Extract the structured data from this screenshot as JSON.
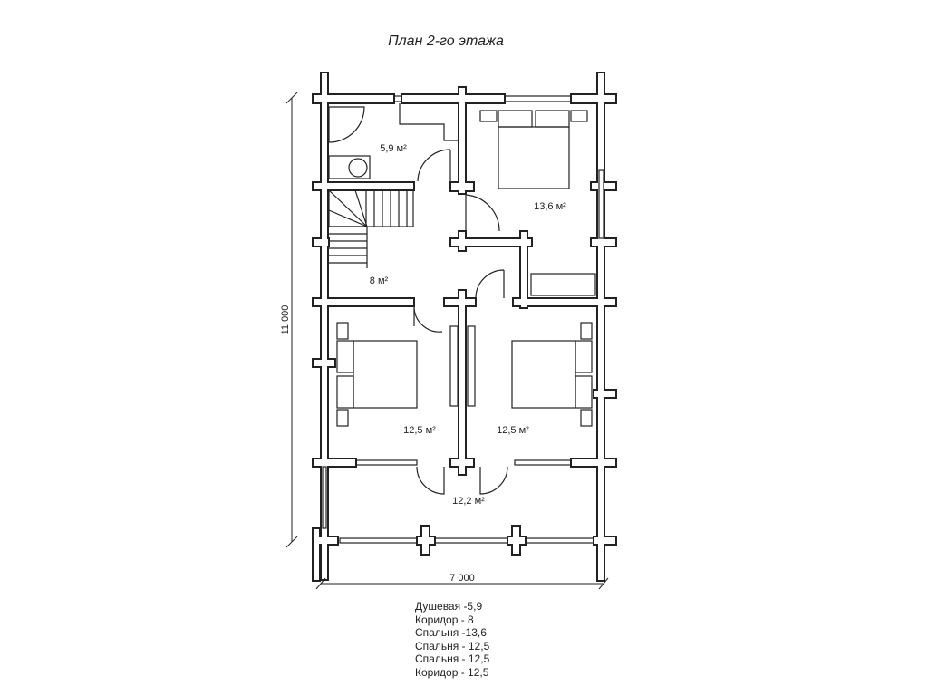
{
  "title": "План 2-го этажа",
  "rooms": [
    {
      "area": "5,9 м²"
    },
    {
      "area": "13,6 м²"
    },
    {
      "area": "8 м²"
    },
    {
      "area": "12,5 м²"
    },
    {
      "area": "12,5 м²"
    },
    {
      "area": "12,2 м²"
    }
  ],
  "dimensions": {
    "height": "11 000",
    "width": "7 000"
  },
  "legend": [
    "Душевая -5,9",
    "Коридор - 8",
    "Спальня -13,6",
    "Спальня - 12,5",
    "Спальня - 12,5",
    "Коридор - 12,5"
  ],
  "colors": {
    "line": "#222222",
    "background": "#ffffff"
  }
}
